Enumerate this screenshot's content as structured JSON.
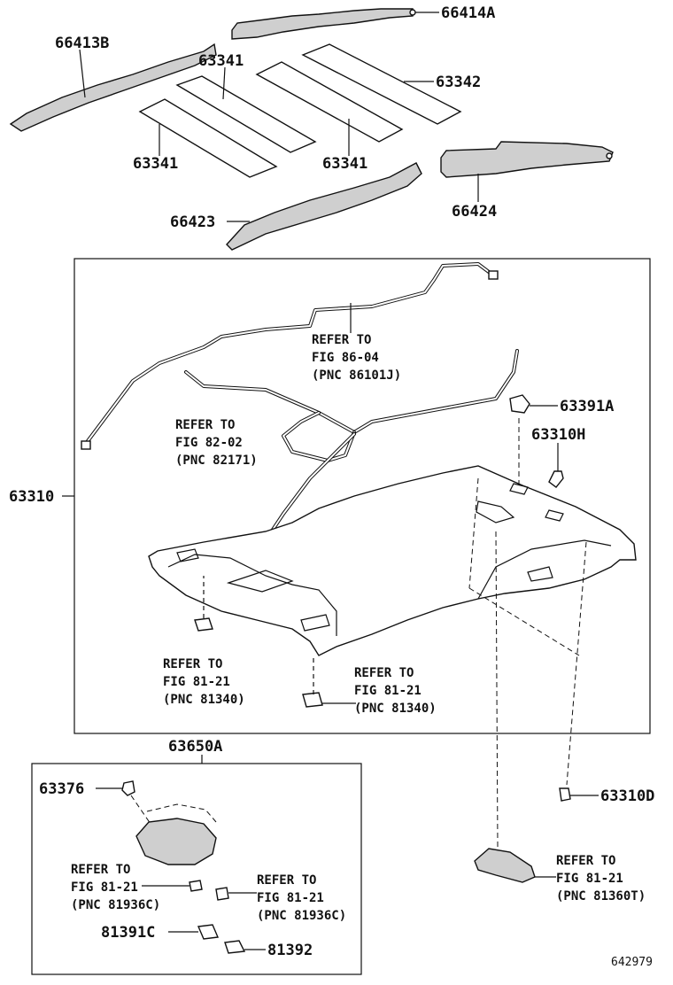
{
  "labels": {
    "p66414A": "66414A",
    "p66413B": "66413B",
    "p63341_top": "63341",
    "p63342": "63342",
    "p63341_left": "63341",
    "p63341_mid": "63341",
    "p66423": "66423",
    "p66424": "66424",
    "p63391A": "63391A",
    "p63310H": "63310H",
    "p63310": "63310",
    "p63650A": "63650A",
    "p63376": "63376",
    "p63310D": "63310D",
    "p81391C": "81391C",
    "p81392": "81392",
    "figure_id": "642979"
  },
  "refs": {
    "r86": [
      "REFER TO",
      "FIG 86-04",
      "(PNC 86101J)"
    ],
    "r82": [
      "REFER TO",
      "FIG 82-02",
      "(PNC 82171)"
    ],
    "r81_left": [
      "REFER TO",
      "FIG 81-21",
      "(PNC 81340)"
    ],
    "r81_mid": [
      "REFER TO",
      "FIG 81-21",
      "(PNC 81340)"
    ],
    "r81_360": [
      "REFER TO",
      "FIG 81-21",
      "(PNC 81360T)"
    ],
    "r81_936_a": [
      "REFER TO",
      "FIG 81-21",
      "(PNC 81936C)"
    ],
    "r81_936_b": [
      "REFER TO",
      "FIG 81-21",
      "(PNC 81936C)"
    ]
  }
}
